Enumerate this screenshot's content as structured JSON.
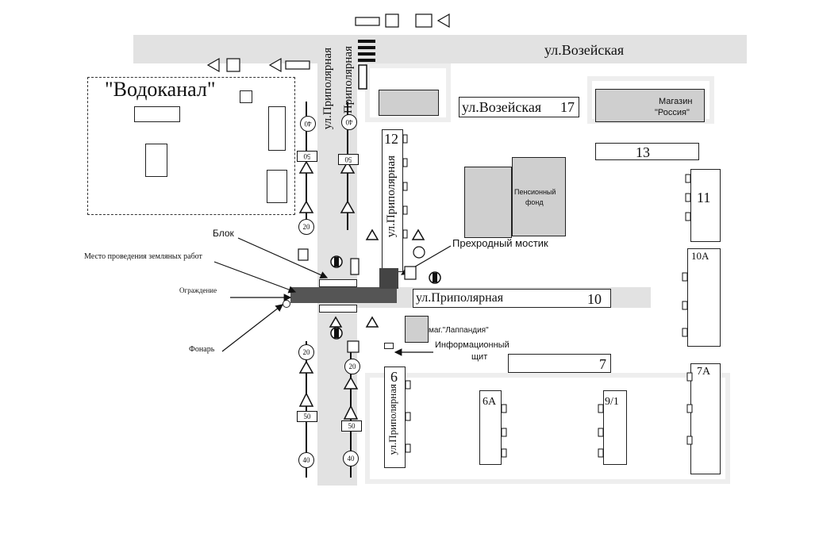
{
  "labels": {
    "vodokanal": "\"Водоканал\"",
    "street_vozeyskaya_top": "ул.Возейская",
    "street_vozeyskaya_17": "ул.Возейская",
    "bld_17": "17",
    "street_pripolyarnaya_v1": "ул.Приполярная",
    "street_pripolyarnaya_v2": "ул.Приполярная",
    "street_pripolyarnaya_v3": "ул.Приполярная",
    "street_pripolyarnaya_v4": "ул.Приполярная",
    "street_pripolyarnaya_h": "ул.Приполярная",
    "bld_12": "12",
    "bld_13": "13",
    "bld_11": "11",
    "bld_10a": "10А",
    "bld_10": "10",
    "bld_7": "7",
    "bld_7a": "7А",
    "bld_6": "6",
    "bld_6a": "6А",
    "bld_9_1": "9/1",
    "magazin": "Магазин",
    "rossiya": "\"Россия\"",
    "pension1": "Пенсионный",
    "pension2": "фонд",
    "lapland": "маг.\"Лаппандия\"",
    "info1": "Информационный",
    "info2": "щит",
    "blok": "Блок",
    "perehod": "Прехродный мостик",
    "mesto": "Место проведения земляных работ",
    "ograzhdenie": "Ограждение",
    "fonar": "Фонарь"
  },
  "signs": {
    "s20": "20",
    "s40": "40",
    "s50": "50"
  },
  "colors": {
    "road": "#e2e2e2",
    "building_grey": "#cfcfcf",
    "works": "#555555"
  }
}
